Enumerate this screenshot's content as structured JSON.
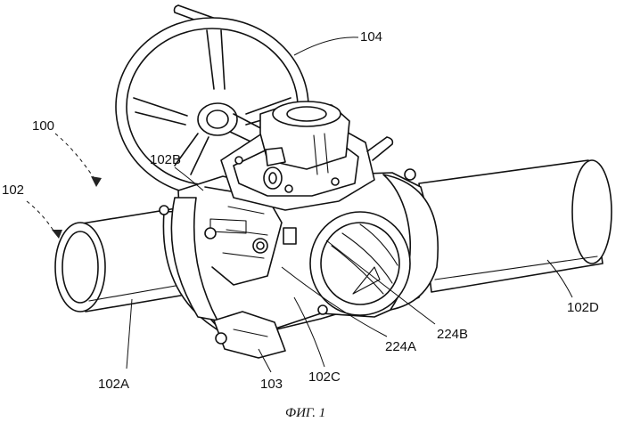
{
  "figure": {
    "caption": "ФИГ. 1",
    "labels": {
      "l100": "100",
      "l102": "102",
      "l102a": "102A",
      "l102b": "102B",
      "l102c": "102C",
      "l102d": "102D",
      "l103": "103",
      "l104": "104",
      "l224a": "224A",
      "l224b": "224B"
    }
  }
}
